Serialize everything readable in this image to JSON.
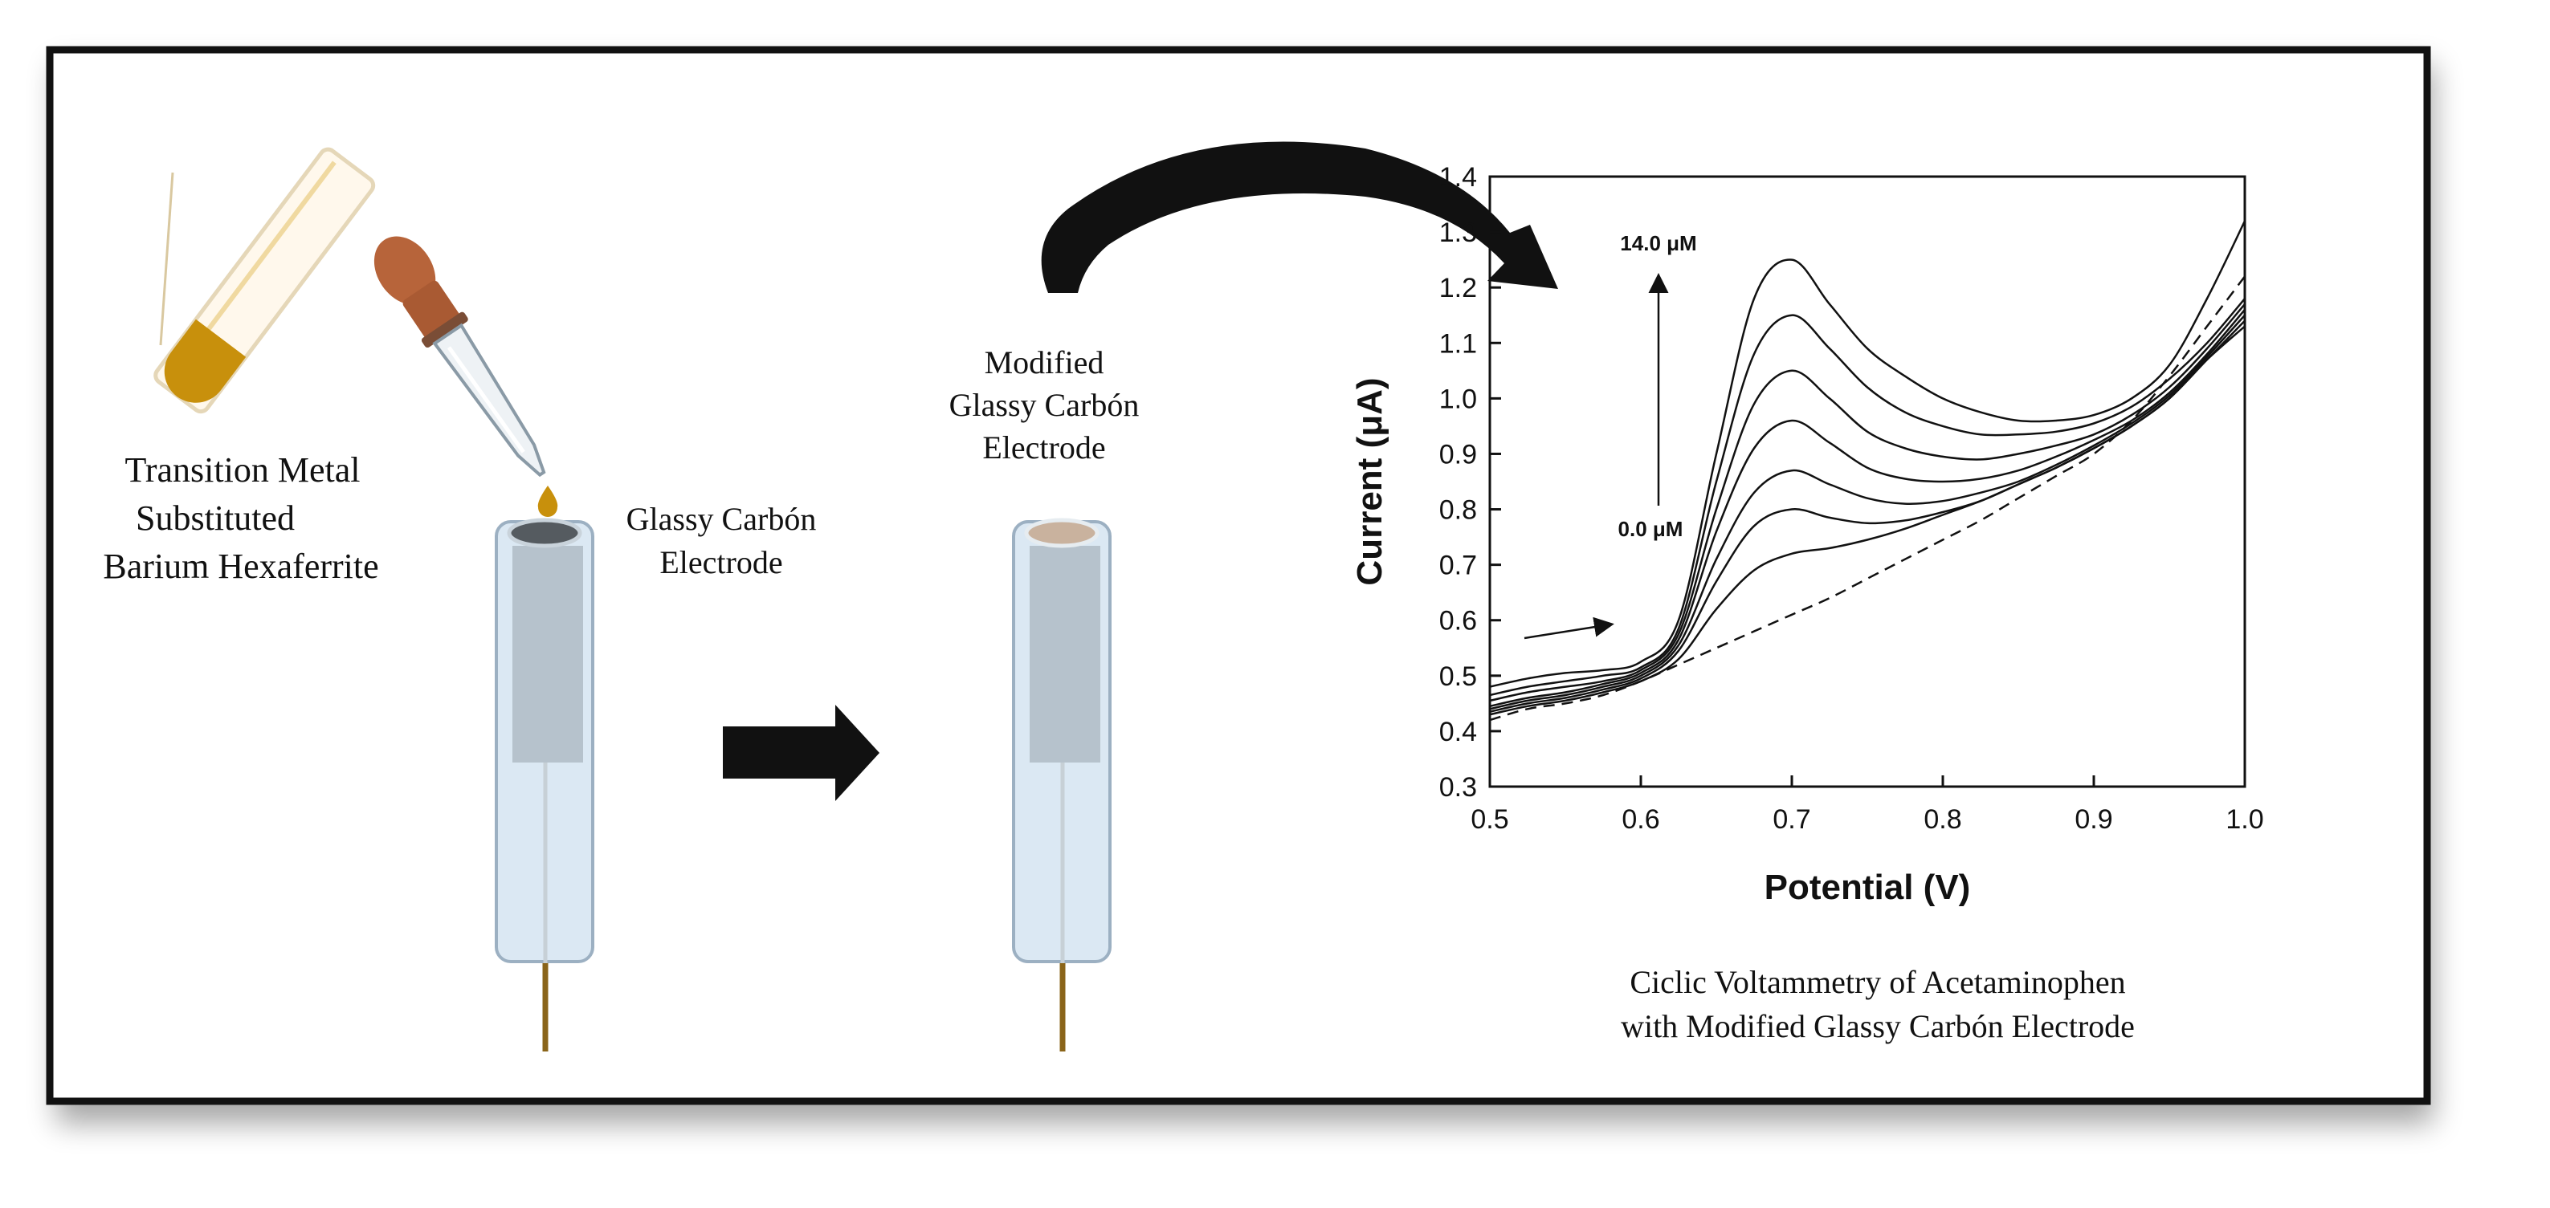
{
  "labels": {
    "precursor": [
      "Transition  Metal",
      "Substituted",
      "Barium  Hexaferrite"
    ],
    "bare_electrode": [
      "Glassy  Carbón",
      "Electrode"
    ],
    "modified_electrode": [
      "Modified",
      "Glassy  Carbón",
      "Electrode"
    ],
    "caption": [
      "Ciclic  Voltammetry  of  Acetaminophen",
      "with  Modified  Glassy  Carbón  Electrode"
    ]
  },
  "colors": {
    "frame": "#111111",
    "electrode_body": "#dbe8f3",
    "electrode_core": "#b6c2cc",
    "electrode_tip": "#ffffff",
    "wire": "#8a6419",
    "liquid": "#c8900c",
    "dropper_bulb": "#b7643a",
    "arrow": "#111111"
  },
  "chart_data": {
    "type": "line",
    "xlabel": "Potential (V)",
    "ylabel": "Current (μA)",
    "xlim": [
      0.5,
      1.0
    ],
    "ylim": [
      0.3,
      1.4
    ],
    "xticks": [
      "0.5",
      "0.6",
      "0.7",
      "0.8",
      "0.9",
      "1.0"
    ],
    "yticks": [
      "0.3",
      "0.4",
      "0.5",
      "0.6",
      "0.7",
      "0.8",
      "0.9",
      "1.0",
      "1.1",
      "1.2",
      "1.3",
      "1.4"
    ],
    "grid": false,
    "annotations": [
      "14.0 μM",
      "0.0 μM"
    ],
    "concentration_arrow": "from 0.0 μM to 14.0 μM (upward)",
    "scan_direction_arrow": "rightward",
    "x": [
      0.5,
      0.525,
      0.55,
      0.575,
      0.6,
      0.625,
      0.65,
      0.675,
      0.7,
      0.725,
      0.75,
      0.775,
      0.8,
      0.825,
      0.85,
      0.875,
      0.9,
      0.925,
      0.95,
      0.975,
      1.0
    ],
    "series": [
      {
        "style": "dashed",
        "values": [
          0.42,
          0.44,
          0.45,
          0.465,
          0.49,
          0.52,
          0.55,
          0.58,
          0.61,
          0.64,
          0.675,
          0.71,
          0.745,
          0.78,
          0.82,
          0.86,
          0.9,
          0.96,
          1.04,
          1.13,
          1.22
        ]
      },
      {
        "style": "solid",
        "values": [
          0.43,
          0.445,
          0.455,
          0.47,
          0.49,
          0.53,
          0.62,
          0.69,
          0.72,
          0.73,
          0.745,
          0.765,
          0.79,
          0.815,
          0.845,
          0.875,
          0.91,
          0.95,
          1.0,
          1.07,
          1.13
        ]
      },
      {
        "style": "solid",
        "values": [
          0.435,
          0.45,
          0.46,
          0.475,
          0.495,
          0.545,
          0.67,
          0.77,
          0.8,
          0.785,
          0.775,
          0.78,
          0.795,
          0.815,
          0.845,
          0.875,
          0.91,
          0.95,
          1.0,
          1.07,
          1.14
        ]
      },
      {
        "style": "solid",
        "values": [
          0.44,
          0.455,
          0.465,
          0.48,
          0.5,
          0.555,
          0.71,
          0.83,
          0.87,
          0.845,
          0.82,
          0.81,
          0.815,
          0.83,
          0.85,
          0.88,
          0.915,
          0.955,
          1.005,
          1.075,
          1.15
        ]
      },
      {
        "style": "solid",
        "values": [
          0.445,
          0.46,
          0.47,
          0.485,
          0.505,
          0.565,
          0.76,
          0.91,
          0.96,
          0.92,
          0.875,
          0.855,
          0.85,
          0.855,
          0.87,
          0.895,
          0.925,
          0.96,
          1.01,
          1.08,
          1.16
        ]
      },
      {
        "style": "solid",
        "values": [
          0.455,
          0.47,
          0.48,
          0.49,
          0.51,
          0.575,
          0.8,
          0.99,
          1.05,
          1.0,
          0.94,
          0.91,
          0.895,
          0.89,
          0.9,
          0.915,
          0.935,
          0.97,
          1.02,
          1.09,
          1.17
        ]
      },
      {
        "style": "solid",
        "values": [
          0.465,
          0.48,
          0.49,
          0.5,
          0.515,
          0.585,
          0.85,
          1.08,
          1.15,
          1.09,
          1.02,
          0.975,
          0.95,
          0.935,
          0.935,
          0.94,
          0.955,
          0.985,
          1.035,
          1.1,
          1.18
        ]
      },
      {
        "style": "solid",
        "values": [
          0.48,
          0.495,
          0.505,
          0.51,
          0.525,
          0.6,
          0.9,
          1.18,
          1.25,
          1.17,
          1.09,
          1.04,
          1.0,
          0.975,
          0.96,
          0.96,
          0.97,
          1.0,
          1.06,
          1.18,
          1.32
        ]
      }
    ]
  }
}
